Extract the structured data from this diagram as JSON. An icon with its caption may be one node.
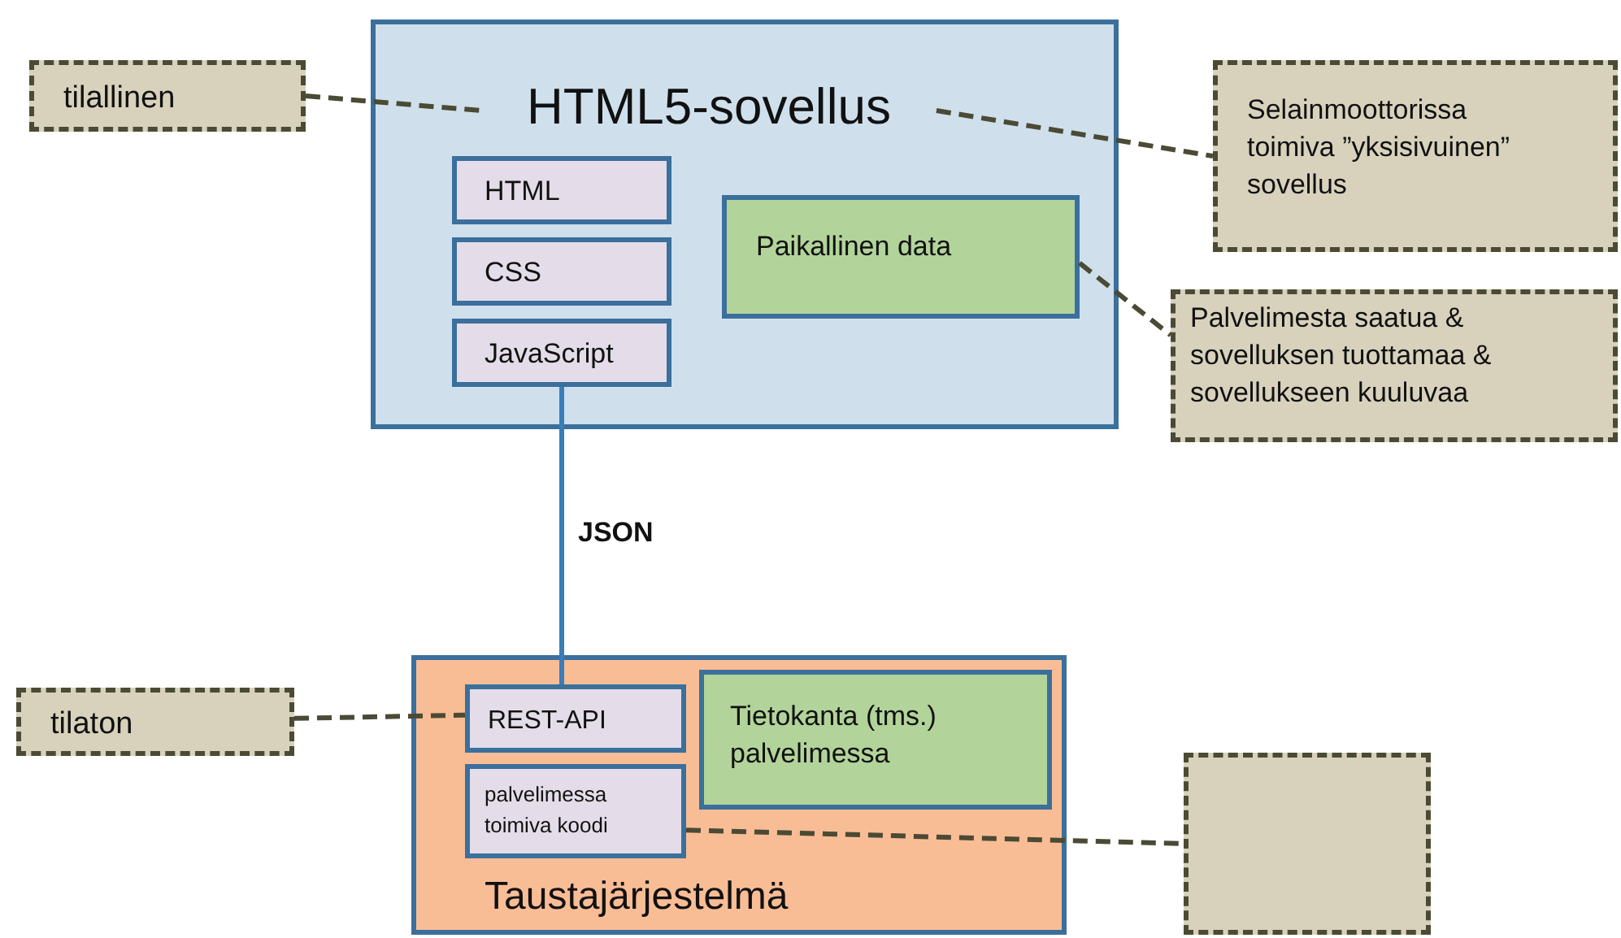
{
  "diagram": {
    "nodes": [
      {
        "text": [
          "HTML5-sovellus"
        ]
      },
      {
        "text": [
          "HTML"
        ],
        "in": 0
      },
      {
        "text": [
          "CSS"
        ],
        "in": 0
      },
      {
        "text": [
          "JavaScript"
        ],
        "in": 0
      },
      {
        "text": [
          "Paikallinen data"
        ],
        "in": 0
      },
      {
        "text": [
          "tilallinen"
        ]
      },
      {
        "text": [
          "Selainmoottorissa toimiva ”yksisivuinen” sovellus"
        ]
      },
      {
        "text": [
          "Palvelimesta saatua & sovelluksen tuottamaa & sovellukseen kuuluvaa"
        ]
      },
      {
        "text": [
          "Taustajärjestelmä"
        ]
      },
      {
        "text": [
          "REST-API"
        ],
        "in": 8
      },
      {
        "text": [
          "Tietokanta (tms.) palvelimessa"
        ],
        "in": 8
      },
      {
        "text": [
          "palvelimessa toimiva koodi"
        ],
        "in": 8
      },
      {
        "text": [
          "tilaton"
        ]
      },
      {
        "text": [],
        "shape": "box"
      }
    ],
    "edges": [
      {
        "from": 5,
        "to": 0,
        "arrow": "none",
        "style": "dashed"
      },
      {
        "from": 0,
        "to": 6,
        "arrow": "none",
        "style": "dashed"
      },
      {
        "from": 4,
        "to": 7,
        "arrow": "none",
        "style": "dashed"
      },
      {
        "from": 3,
        "to": 9,
        "arrow": "none",
        "label": "JSON",
        "color": "#3a7db8"
      },
      {
        "from": 12,
        "to": 9,
        "arrow": "none",
        "style": "dashed"
      },
      {
        "from": 11,
        "to": 13,
        "arrow": "none",
        "style": "dashed"
      }
    ]
  }
}
